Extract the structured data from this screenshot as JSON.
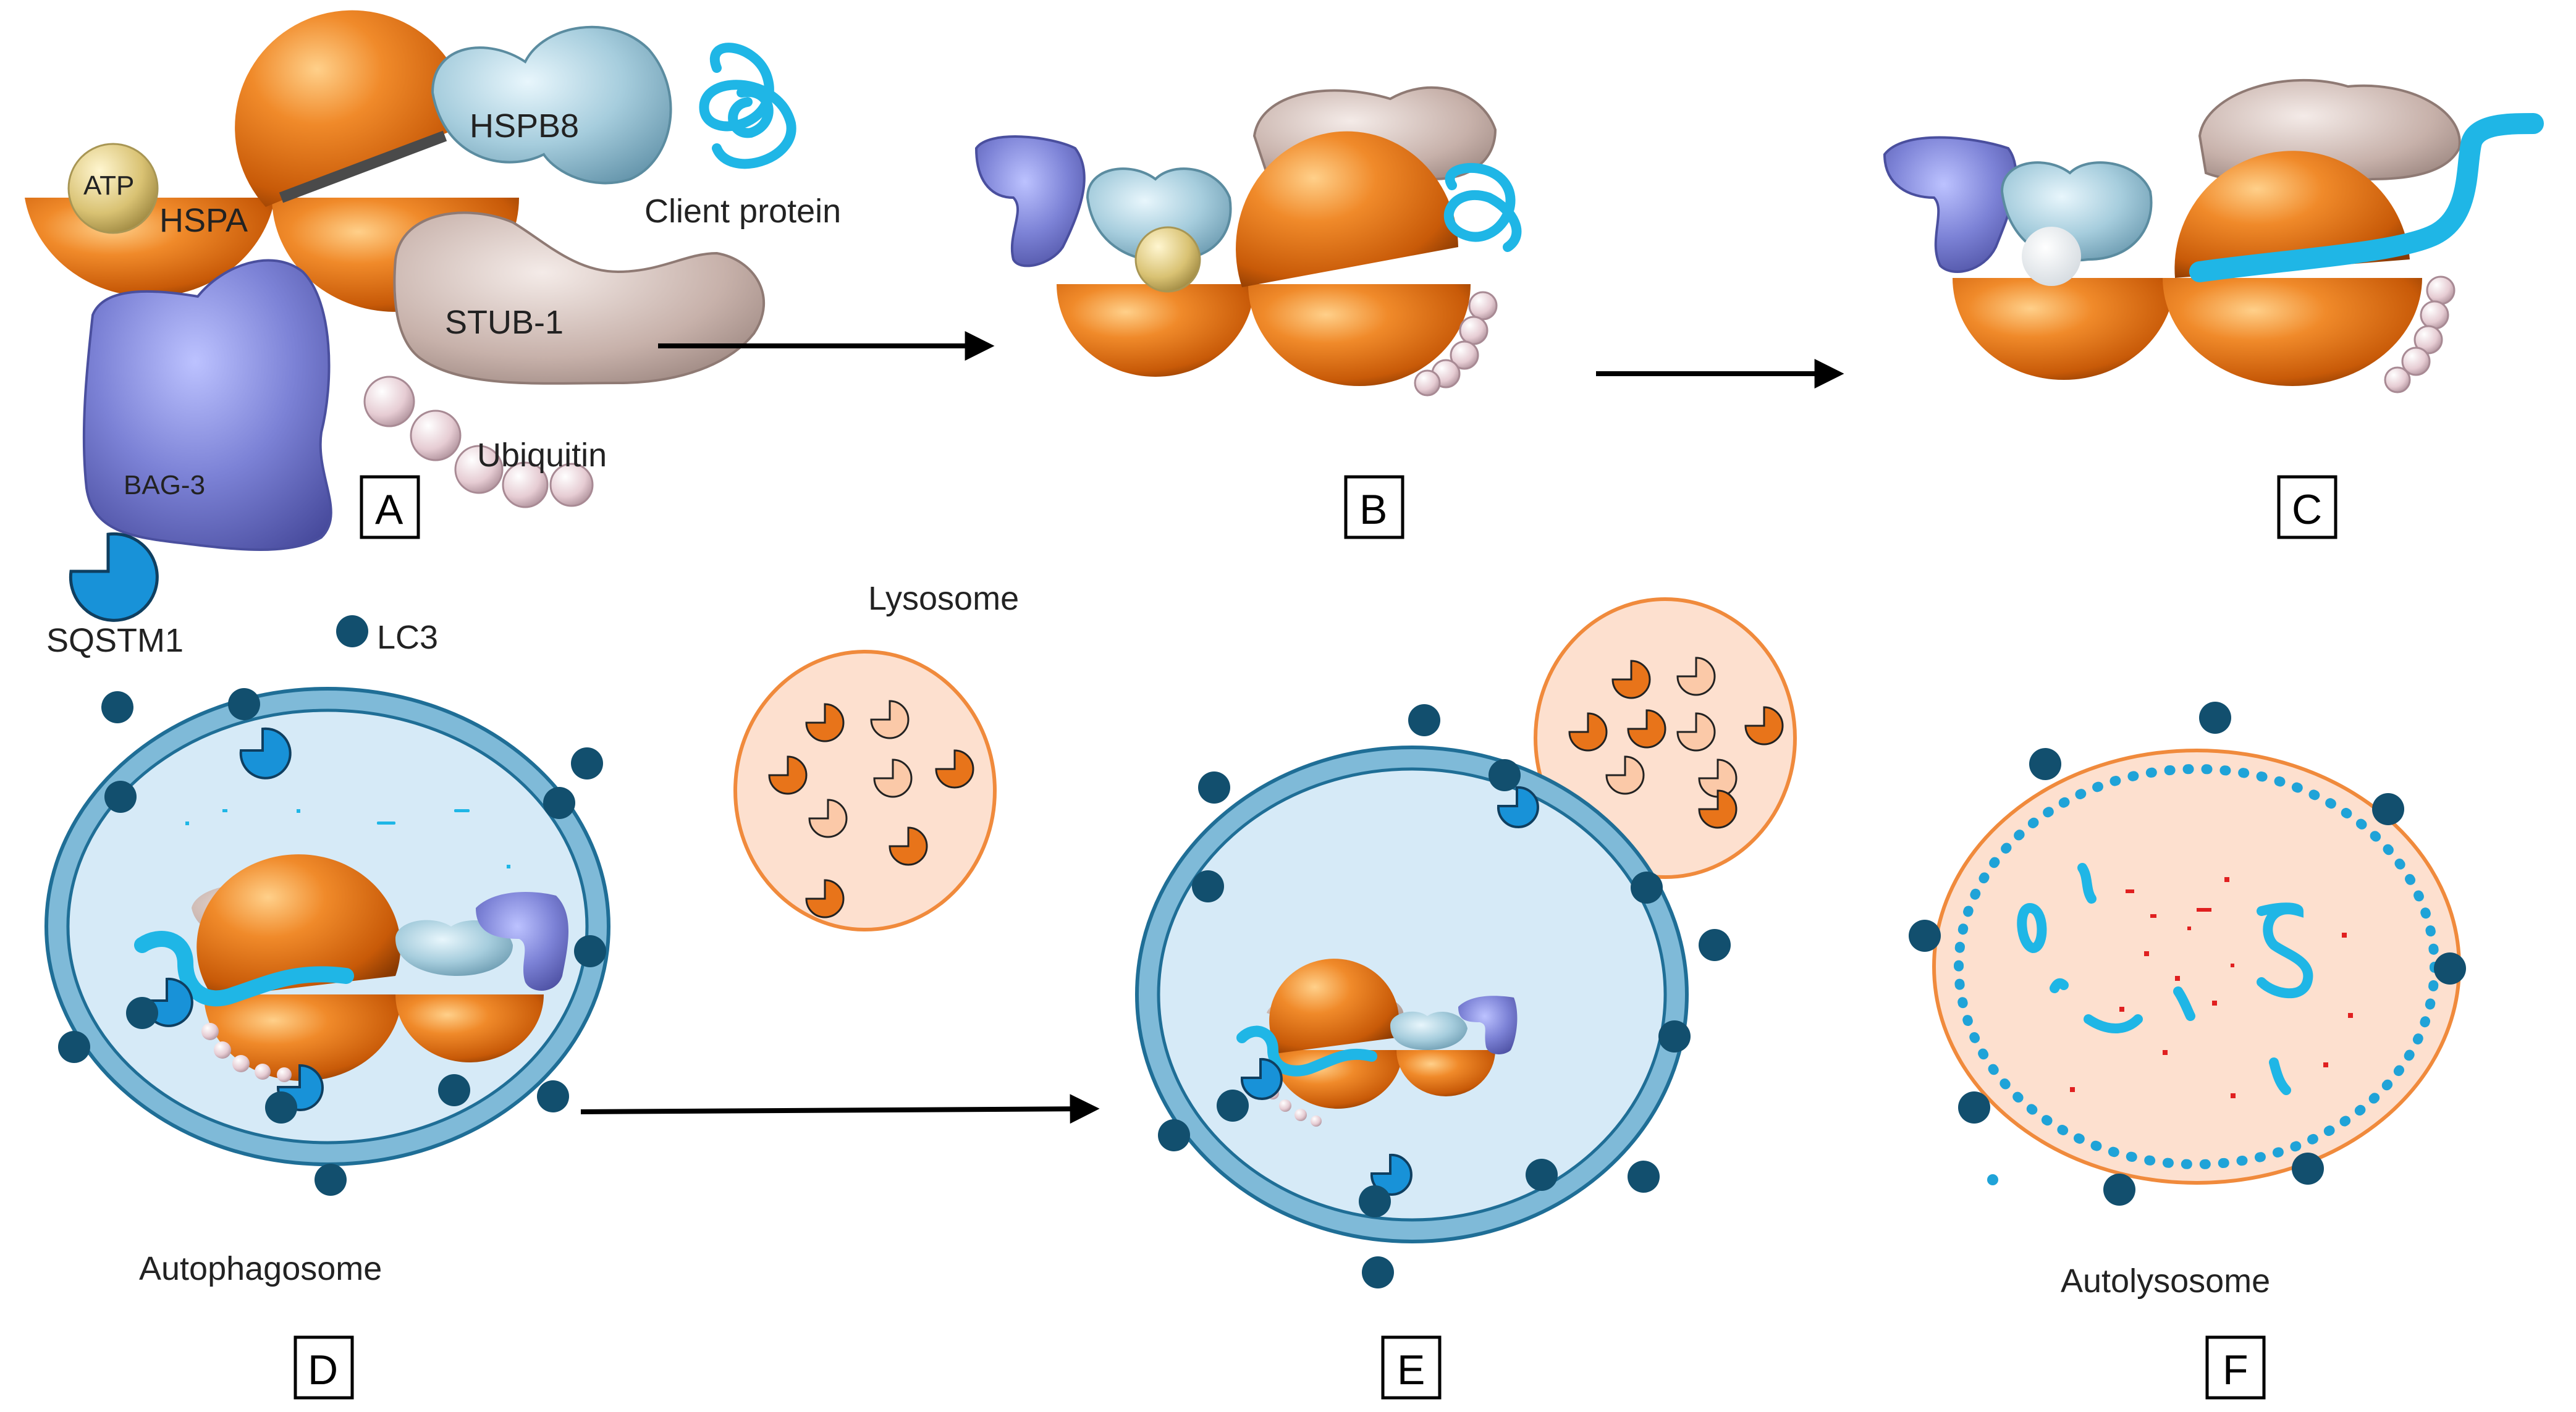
{
  "labels": {
    "atp": "ATP",
    "hspa": "HSPA",
    "hspb8": "HSPB8",
    "client_protein": "Client protein",
    "stub1": "STUB-1",
    "bag3": "BAG-3",
    "ubiquitin": "Ubiquitin",
    "sqstm1": "SQSTM1",
    "lc3": "LC3",
    "lysosome": "Lysosome",
    "autophagosome": "Autophagosome",
    "autolysosome": "Autolysosome"
  },
  "panels": {
    "a": "A",
    "b": "B",
    "c": "C",
    "d": "D",
    "e": "E",
    "f": "F"
  },
  "colors": {
    "hspa_orange": "#e8741a",
    "hspb8_blue": "#a9cfe0",
    "bag3_purple": "#7c82d6",
    "stub1_taupe": "#c9b4ad",
    "client_cyan": "#1fb6e6",
    "sqstm1_blue": "#1892d8",
    "lc3_navy": "#124f6e",
    "membrane_blue": "#3d8fb8",
    "lumen_light": "#d6eaf7",
    "lysosome_fill": "#fde0cf",
    "lysosome_edge": "#f08a3c",
    "ubiquitin_pink": "#e3c6cf",
    "atp_gold": "#d8c06a"
  }
}
